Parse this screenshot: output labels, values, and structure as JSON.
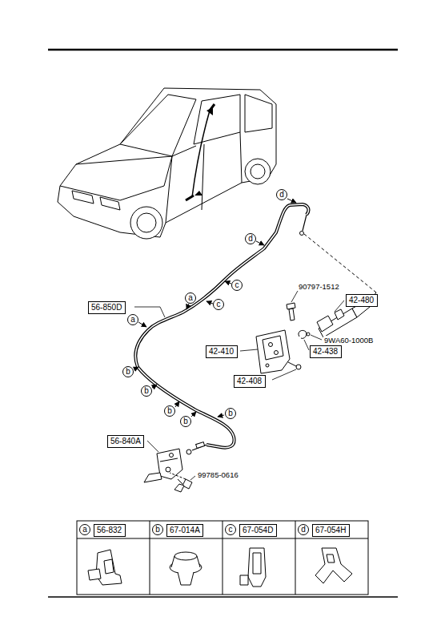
{
  "diagram": {
    "nodes": [
      {
        "text": [
          "56-850D"
        ]
      },
      {
        "text": [
          "42-480"
        ]
      },
      {
        "text": [
          "42-410"
        ]
      },
      {
        "text": [
          "42-438"
        ]
      },
      {
        "text": [
          "42-408"
        ]
      },
      {
        "text": [
          "56-840A"
        ]
      },
      {
        "text": [
          "d"
        ]
      },
      {
        "text": [
          "d"
        ]
      },
      {
        "text": [
          "c"
        ]
      },
      {
        "text": [
          "a"
        ]
      },
      {
        "text": [
          "c"
        ]
      },
      {
        "text": [
          "a"
        ]
      },
      {
        "text": [
          "b"
        ]
      },
      {
        "text": [
          "b"
        ]
      },
      {
        "text": [
          "b"
        ]
      },
      {
        "text": [
          "b"
        ]
      },
      {
        "text": [
          "b"
        ]
      },
      {
        "text": [
          "a"
        ]
      },
      {
        "text": [
          "56-832"
        ]
      },
      {
        "text": [
          "b"
        ]
      },
      {
        "text": [
          "67-014A"
        ]
      },
      {
        "text": [
          "c"
        ]
      },
      {
        "text": [
          "67-054D"
        ]
      },
      {
        "text": [
          "d"
        ]
      },
      {
        "text": [
          "67-054H"
        ]
      }
    ],
    "labels": [
      "90797-1512",
      "9WA60-1000B",
      "99785-0616"
    ]
  }
}
